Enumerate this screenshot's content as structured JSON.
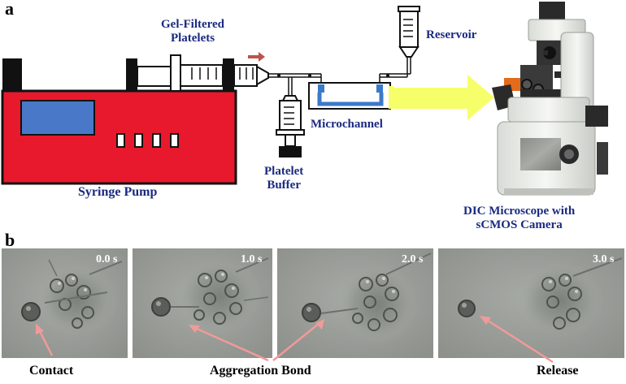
{
  "panel_a": {
    "letter": "a",
    "labels": {
      "gel_filtered": [
        "Gel-Filtered",
        "Platelets"
      ],
      "reservoir": "Reservoir",
      "microchannel": "Microchannel",
      "platelet_buffer": [
        "Platelet",
        "Buffer"
      ],
      "syringe_pump": "Syringe Pump",
      "microscope": [
        "DIC Microscope with",
        "sCMOS Camera"
      ]
    }
  },
  "panel_b": {
    "letter": "b",
    "frames": [
      {
        "time": "0.0 s"
      },
      {
        "time": "1.0 s"
      },
      {
        "time": "2.0 s"
      },
      {
        "time": "3.0 s"
      }
    ],
    "captions": {
      "contact": "Contact",
      "aggregation": "Aggregation Bond",
      "release": "Release"
    }
  },
  "colors": {
    "pump_red": "#e8192c",
    "pump_screen": "#4a78c8",
    "label_blue": "#1a2a80",
    "beam_yellow": "#f6ff6a",
    "arrow_pink": "#f19a9a",
    "flow_arrow": "#c0504d"
  }
}
